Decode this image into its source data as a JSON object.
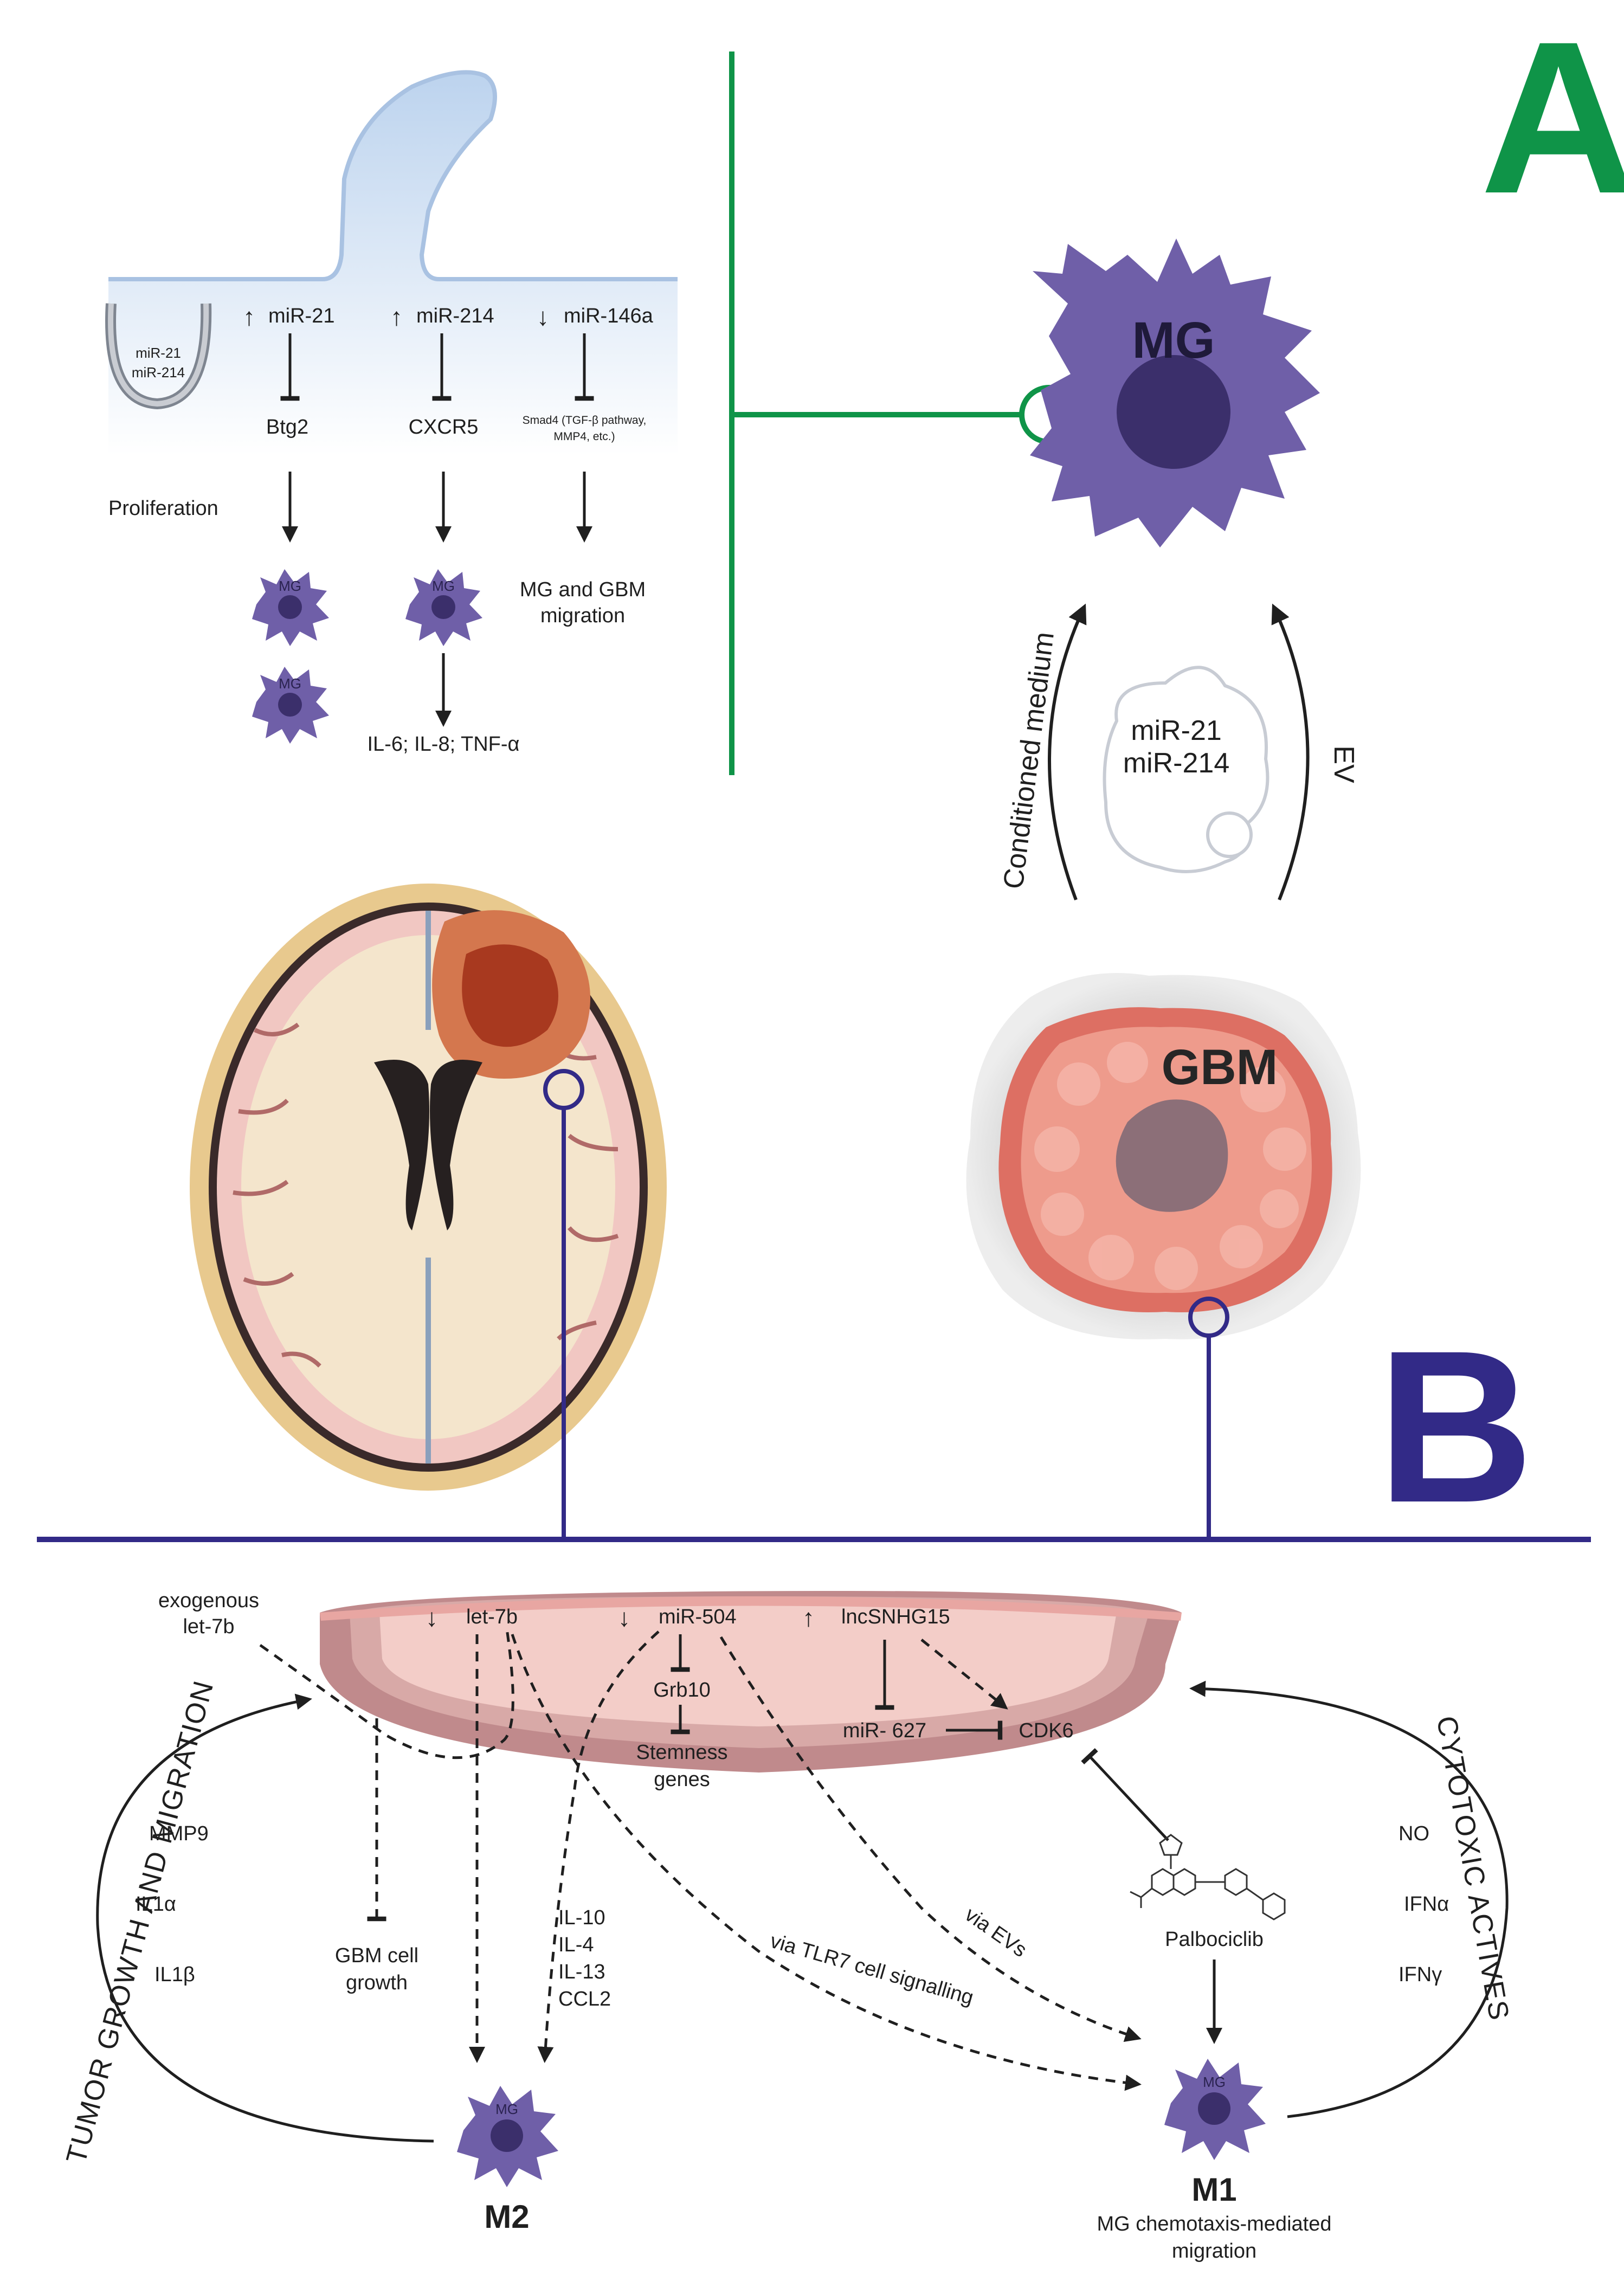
{
  "panel_a": {
    "letter": "A",
    "up_arrow": "↑",
    "down_arrow": "↓",
    "vesicle_cargo": [
      "miR-21",
      "miR-214"
    ],
    "mirna": [
      "miR-21",
      "miR-214",
      "miR-146a"
    ],
    "targets": [
      "Btg2",
      "CXCR5",
      "Smad4 (TGF-β pathway,",
      "MMP4, etc.)"
    ],
    "proliferation": "Proliferation",
    "mg_label": "MG",
    "migration": [
      "MG and GBM",
      "migration"
    ],
    "cytokines": "IL-6; IL-8; TNF-α"
  },
  "center": {
    "mg_label": "MG",
    "conditioned_medium": "Conditioned medium",
    "ev": "EV",
    "ev_cargo": [
      "miR-21",
      "miR-214"
    ],
    "gbm_label": "GBM"
  },
  "panel_b": {
    "letter": "B",
    "exogenous": [
      "exogenous",
      "let-7b"
    ],
    "mirna": [
      "let-7b",
      "miR-504",
      "lncSNHG15"
    ],
    "grb10": "Grb10",
    "stemness": [
      "Stemness",
      "genes"
    ],
    "mir627": "miR- 627",
    "cdk6": "CDK6",
    "left_arc": "TUMOR GROWTH AND MIGRATION",
    "right_arc": "CYTOTOXIC ACTIVES",
    "left_factors": [
      "MMP9",
      "IL1α",
      "IL1β"
    ],
    "right_factors": [
      "NO",
      "IFNα",
      "IFNγ"
    ],
    "gbm_growth": [
      "GBM cell",
      "growth"
    ],
    "m2_cytokines": [
      "IL-10",
      "IL-4",
      "IL-13",
      "CCL2"
    ],
    "via_tlr7": "via TLR7 cell signalling",
    "via_evs": "via EVs",
    "palbociclib": "Palbociclib",
    "mg_label": "MG",
    "m2": "M2",
    "m1": "M1",
    "m1_caption": [
      "MG chemotaxis-mediated",
      "migration"
    ]
  },
  "colors": {
    "green": "#0f9448",
    "navy": "#322a87",
    "microglia": "#6f5fa8",
    "nucleus": "#3b2f6b",
    "blue_membrane": "#bcd3ee",
    "pink": "#f3cdc8",
    "tumor": "#dd6f63"
  }
}
